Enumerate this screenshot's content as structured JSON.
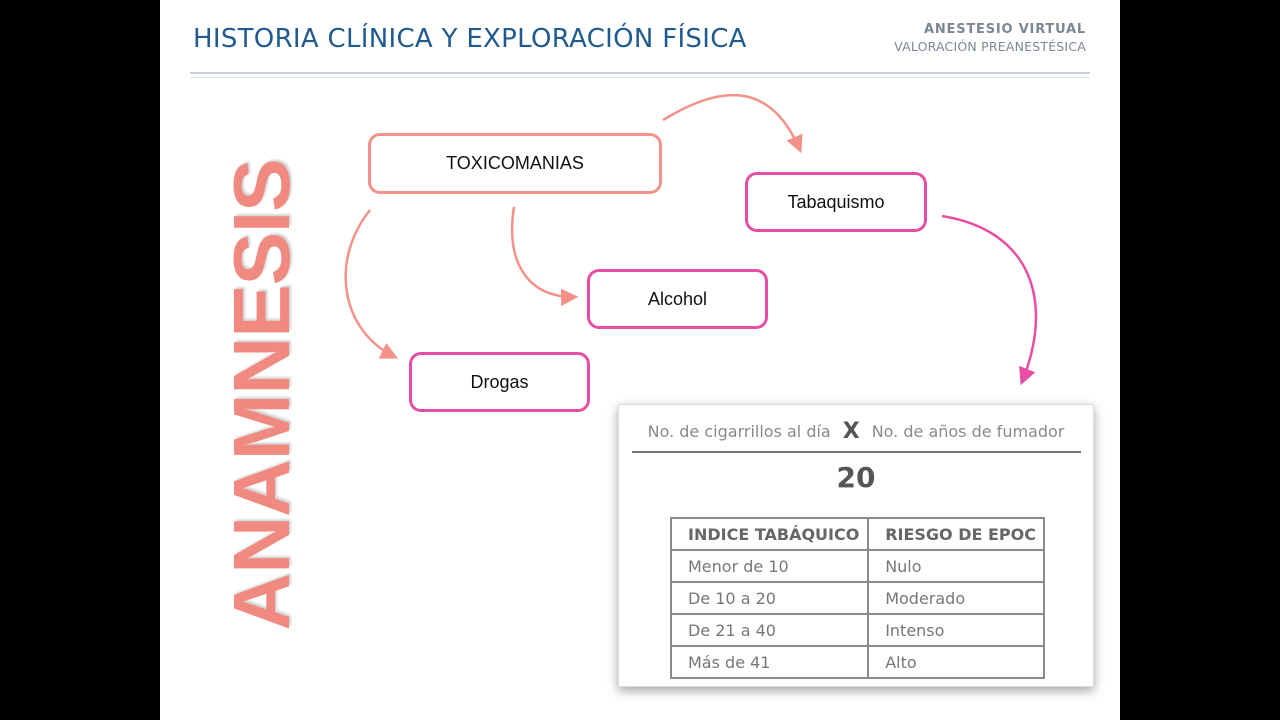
{
  "header": {
    "title": "HISTORIA CLÍNICA Y EXPLORACIÓN FÍSICA",
    "brand_name": "ANESTESIO VIRTUAL",
    "brand_subtitle": "VALORACIÓN PREANESTÉSICA"
  },
  "side_label": "ANAMNESIS",
  "diagram": {
    "root": "TOXICOMANIAS",
    "children": [
      "Tabaquismo",
      "Alcohol",
      "Drogas"
    ]
  },
  "colors": {
    "title_blue": "#1f5a91",
    "salmon": "#f4928a",
    "magenta": "#e64fa3",
    "side_label": "#f08a80"
  },
  "index_panel": {
    "formula_left": "No. de cigarrillos al día",
    "formula_operator": "X",
    "formula_right": "No. de años de fumador",
    "divisor": "20",
    "table": {
      "headers": [
        "INDICE TABÁQUICO",
        "RIESGO DE EPOC"
      ],
      "rows": [
        [
          "Menor de 10",
          "Nulo"
        ],
        [
          "De 10 a 20",
          "Moderado"
        ],
        [
          "De 21 a 40",
          "Intenso"
        ],
        [
          "Más de 41",
          "Alto"
        ]
      ]
    }
  }
}
